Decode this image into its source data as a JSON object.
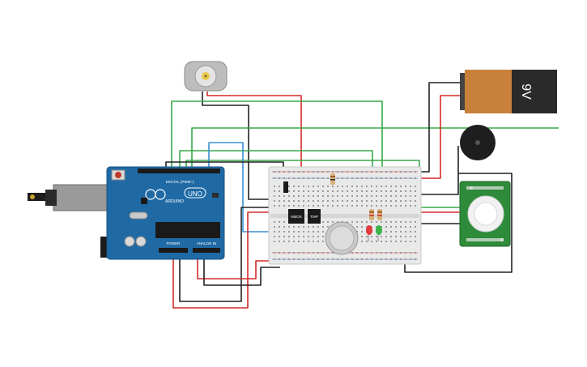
{
  "arduino": {
    "brand": "ARDUINO",
    "model": "UNO",
    "digital_label": "DIGITAL (PWM~)",
    "power_label": "POWER",
    "analog_label": "ANALOG IN"
  },
  "battery": {
    "label": "9V"
  },
  "breadboard": {
    "ic1_label": "NMOS",
    "ic2_label": "TMP"
  },
  "colors": {
    "wire_red": "#d42a2a",
    "wire_black": "#222222",
    "wire_green": "#3aa84a",
    "wire_blue": "#3a8fd0",
    "arduino_board": "#1f6aa5",
    "breadboard": "#e9e9e9",
    "pir_board": "#2e8b3a",
    "battery_body": "#c9803a",
    "battery_cap": "#2a2a2a"
  },
  "icons": [
    "motor-icon",
    "battery-icon",
    "buzzer-icon",
    "pir-sensor-icon",
    "usb-connector-icon",
    "gas-sensor-icon",
    "led-icon",
    "resistor-icon"
  ]
}
